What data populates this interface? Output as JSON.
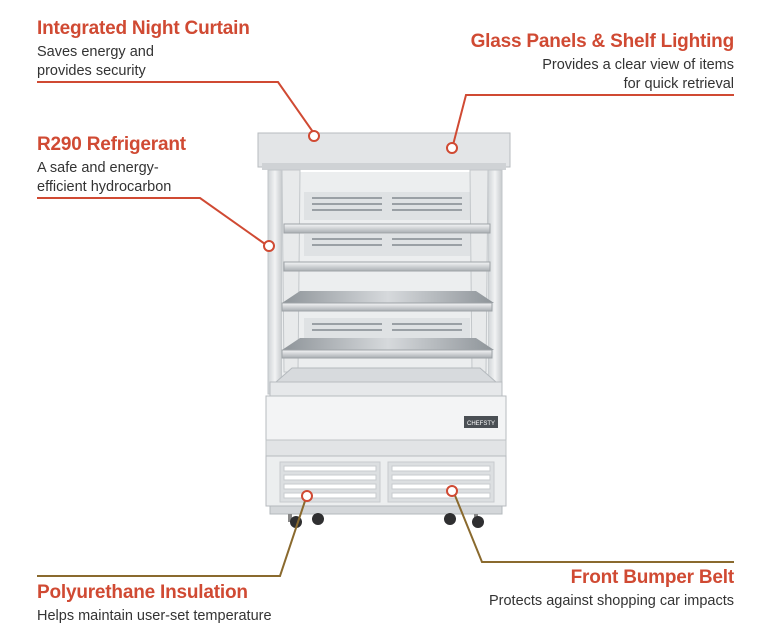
{
  "colors": {
    "accent": "#d04a33",
    "leader": "#d04a33",
    "leader_bottom": "#8a6a2e",
    "text": "#333333"
  },
  "callouts": {
    "night_curtain": {
      "title": "Integrated Night Curtain",
      "line1": "Saves energy and",
      "line2": "provides security"
    },
    "glass_panels": {
      "title": "Glass Panels & Shelf Lighting",
      "line1": "Provides a clear view of items",
      "line2": "for quick retrieval"
    },
    "refrigerant": {
      "title": "R290 Refrigerant",
      "line1": "A safe and energy-",
      "line2": "efficient hydrocarbon"
    },
    "insulation": {
      "title": "Polyurethane Insulation",
      "line1": "Helps maintain user-set temperature"
    },
    "bumper": {
      "title": "Front Bumper Belt",
      "line1": "Protects against shopping car impacts"
    }
  },
  "product": {
    "badge_text": "CHEFSTY",
    "icon": "open-air-merchandiser-refrigerator"
  }
}
